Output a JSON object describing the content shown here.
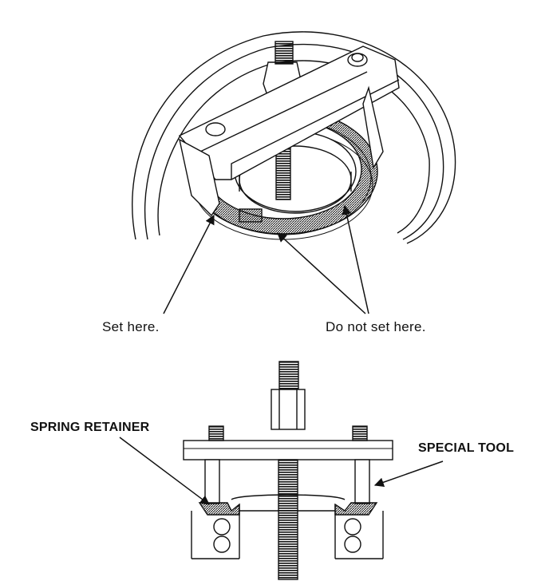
{
  "labels": {
    "set_here": "Set here.",
    "do_not_set_here": "Do not set here.",
    "spring_retainer": "SPRING RETAINER",
    "special_tool": "SPECIAL TOOL"
  },
  "colors": {
    "ink": "#111111",
    "paper": "#ffffff"
  }
}
